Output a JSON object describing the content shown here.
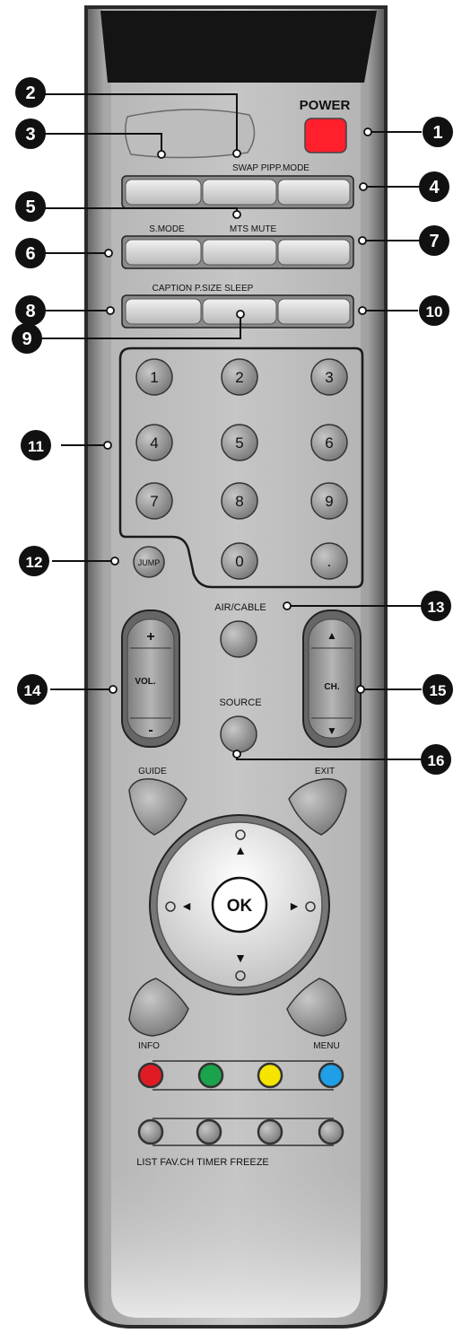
{
  "remote": {
    "labels": {
      "power": "POWER",
      "swap_pip_pmode": "SWAP PIPP.MODE",
      "smode": "S.MODE",
      "mts_mute": "MTS MUTE",
      "caption_psize_sleep": "CAPTION P.SIZE  SLEEP",
      "jump": "JUMP",
      "air_cable": "AIR/CABLE",
      "vol_plus": "+",
      "vol": "VOL.",
      "vol_minus": "-",
      "ch_up": "▲",
      "ch": "CH.",
      "ch_down": "▼",
      "source": "SOURCE",
      "guide": "GUIDE",
      "exit": "EXIT",
      "ok": "OK",
      "nav_up": "▲",
      "nav_down": "▼",
      "nav_left": "◄",
      "nav_right": "►",
      "info": "INFO",
      "menu": "MENU",
      "bottom_row": "LIST  FAV.CH TIMER FREEZE"
    },
    "digits": [
      "1",
      "2",
      "3",
      "4",
      "5",
      "6",
      "7",
      "8",
      "9",
      "0",
      "."
    ],
    "callouts": [
      "1",
      "2",
      "3",
      "4",
      "5",
      "6",
      "7",
      "8",
      "9",
      "10",
      "11",
      "12",
      "13",
      "14",
      "15",
      "16"
    ],
    "colors": {
      "power": "#ff1f2d",
      "red": "#e01b24",
      "green": "#1aa34a",
      "yellow": "#f4e400",
      "blue": "#1e9fe6",
      "body": "#a9a9a9",
      "dark": "#1a1a1a"
    }
  }
}
